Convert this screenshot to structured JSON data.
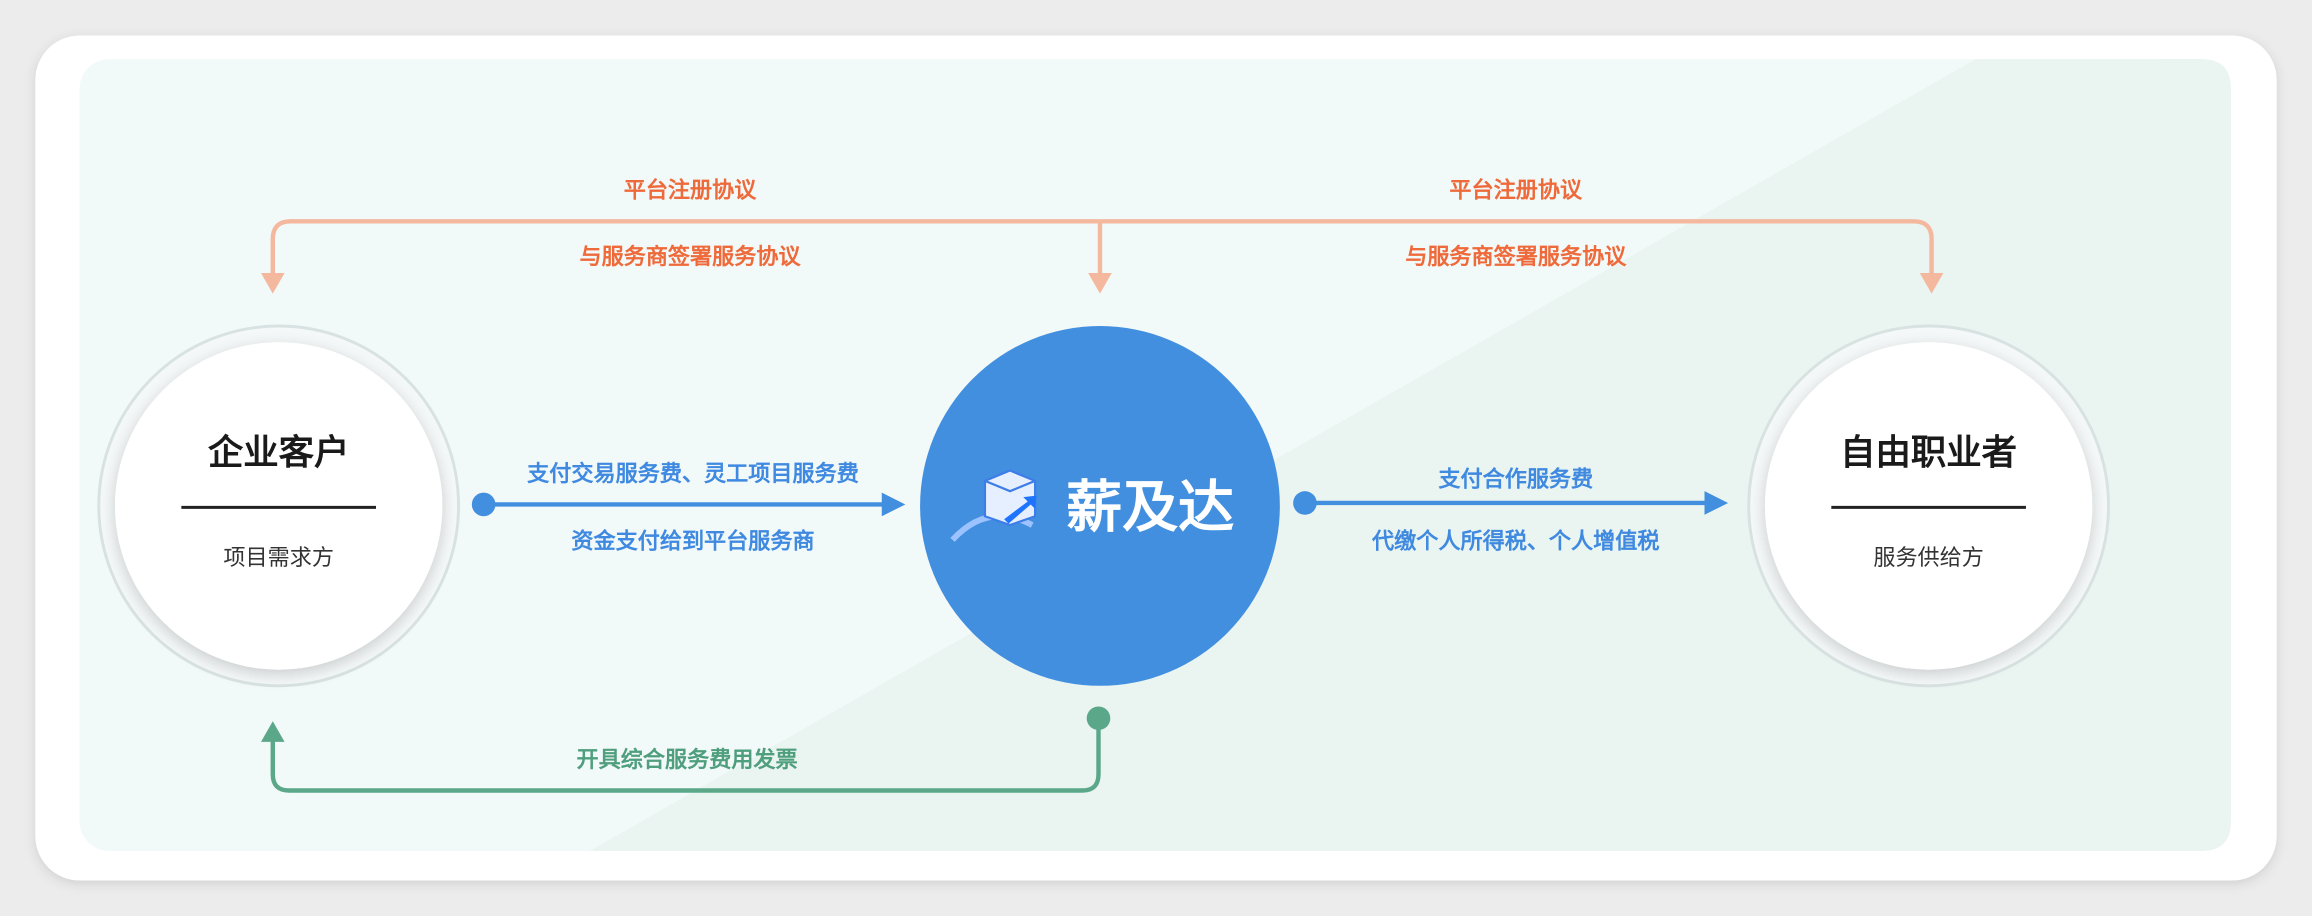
{
  "colors": {
    "orange": "#ef6a3a",
    "orange_line": "#f4b89e",
    "blue": "#428fdf",
    "green": "#5aa889"
  },
  "top": {
    "left_label_1": "平台注册协议",
    "left_label_2": "与服务商签署服务协议",
    "right_label_1": "平台注册协议",
    "right_label_2": "与服务商签署服务协议"
  },
  "left_node": {
    "title": "企业客户",
    "subtitle": "项目需求方"
  },
  "center_node": {
    "brand": "薪及达",
    "icon": "box-arrow-logo-icon"
  },
  "right_node": {
    "title": "自由职业者",
    "subtitle": "服务供给方"
  },
  "left_flow": {
    "label_top": "支付交易服务费、灵工项目服务费",
    "label_bottom": "资金支付给到平台服务商"
  },
  "right_flow": {
    "label_top": "支付合作服务费",
    "label_bottom": "代缴个人所得税、个人增值税"
  },
  "bottom_flow": {
    "label": "开具综合服务费用发票"
  }
}
